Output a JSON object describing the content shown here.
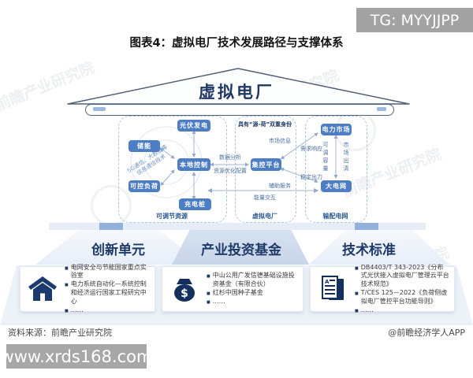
{
  "colors": {
    "accent_blue": "#4d7ec5",
    "navy": "#1f3864",
    "badge_gray": "#a2a2a2",
    "dashed_border": "#a9c6e4"
  },
  "watermark_badge": "TG: MYYJJPP",
  "watermark_text": "前瞻产业研究院",
  "page_title": "图表4：虚拟电厂技术发展路径与支撑体系",
  "house": {
    "roof_label": "虚拟电厂",
    "zones": {
      "resources": {
        "caption": "可调节资源",
        "tech_note": "5G通信、大数据等信息通信技术",
        "nodes": {
          "pv": "光伏发电",
          "storage": "储能",
          "control": "本地控制",
          "load": "可控负荷",
          "charger": "充电桩"
        }
      },
      "vpp": {
        "title": "具有“源-荷”双重身份",
        "node": "集控平台",
        "caption": "虚拟电厂"
      },
      "grid": {
        "nodes": {
          "market": "电力市场",
          "big_grid": "大电网"
        },
        "left_vlabel": "可调容量",
        "right_vlabel": "市场出清",
        "caption": "输配电网"
      }
    },
    "flows": {
      "data_analysis": "数据分析",
      "resource_allocation": "资源优化配置",
      "market_info": "市场信息",
      "demand_response": "需求响应",
      "ancillary_service": "辅助服务",
      "stable_output": "稳定出力",
      "energy_interaction": "能量交互"
    }
  },
  "pillars": [
    {
      "title": "创新单元",
      "icon": "house-icon",
      "items": [
        "电网安全与节能国家重点实验室",
        "电力系统自动化—系统控制和经济运行国家工程研究中心",
        "……"
      ]
    },
    {
      "title": "产业投资基金",
      "icon": "money-bag-icon",
      "items": [
        "中山公用广发信德基础设施投资基金（有限合伙）",
        "红杉中国种子基金",
        "……"
      ]
    },
    {
      "title": "技术标准",
      "icon": "document-icon",
      "items": [
        "DB4403/T 343-2023《分布式光伏接入虚拟电厂管理云平台技术规范》",
        "T/CES 125—2022《负荷侧虚拟电厂管控平台功能导则》",
        "……"
      ]
    }
  ],
  "icon_glyphs": {
    "money_symbol": "$",
    "doc_letter": "A"
  },
  "footer": {
    "source": "资料来源：前瞻产业研究院",
    "credit": "@前瞻经济学人APP",
    "site": "www.xrds168.com"
  }
}
